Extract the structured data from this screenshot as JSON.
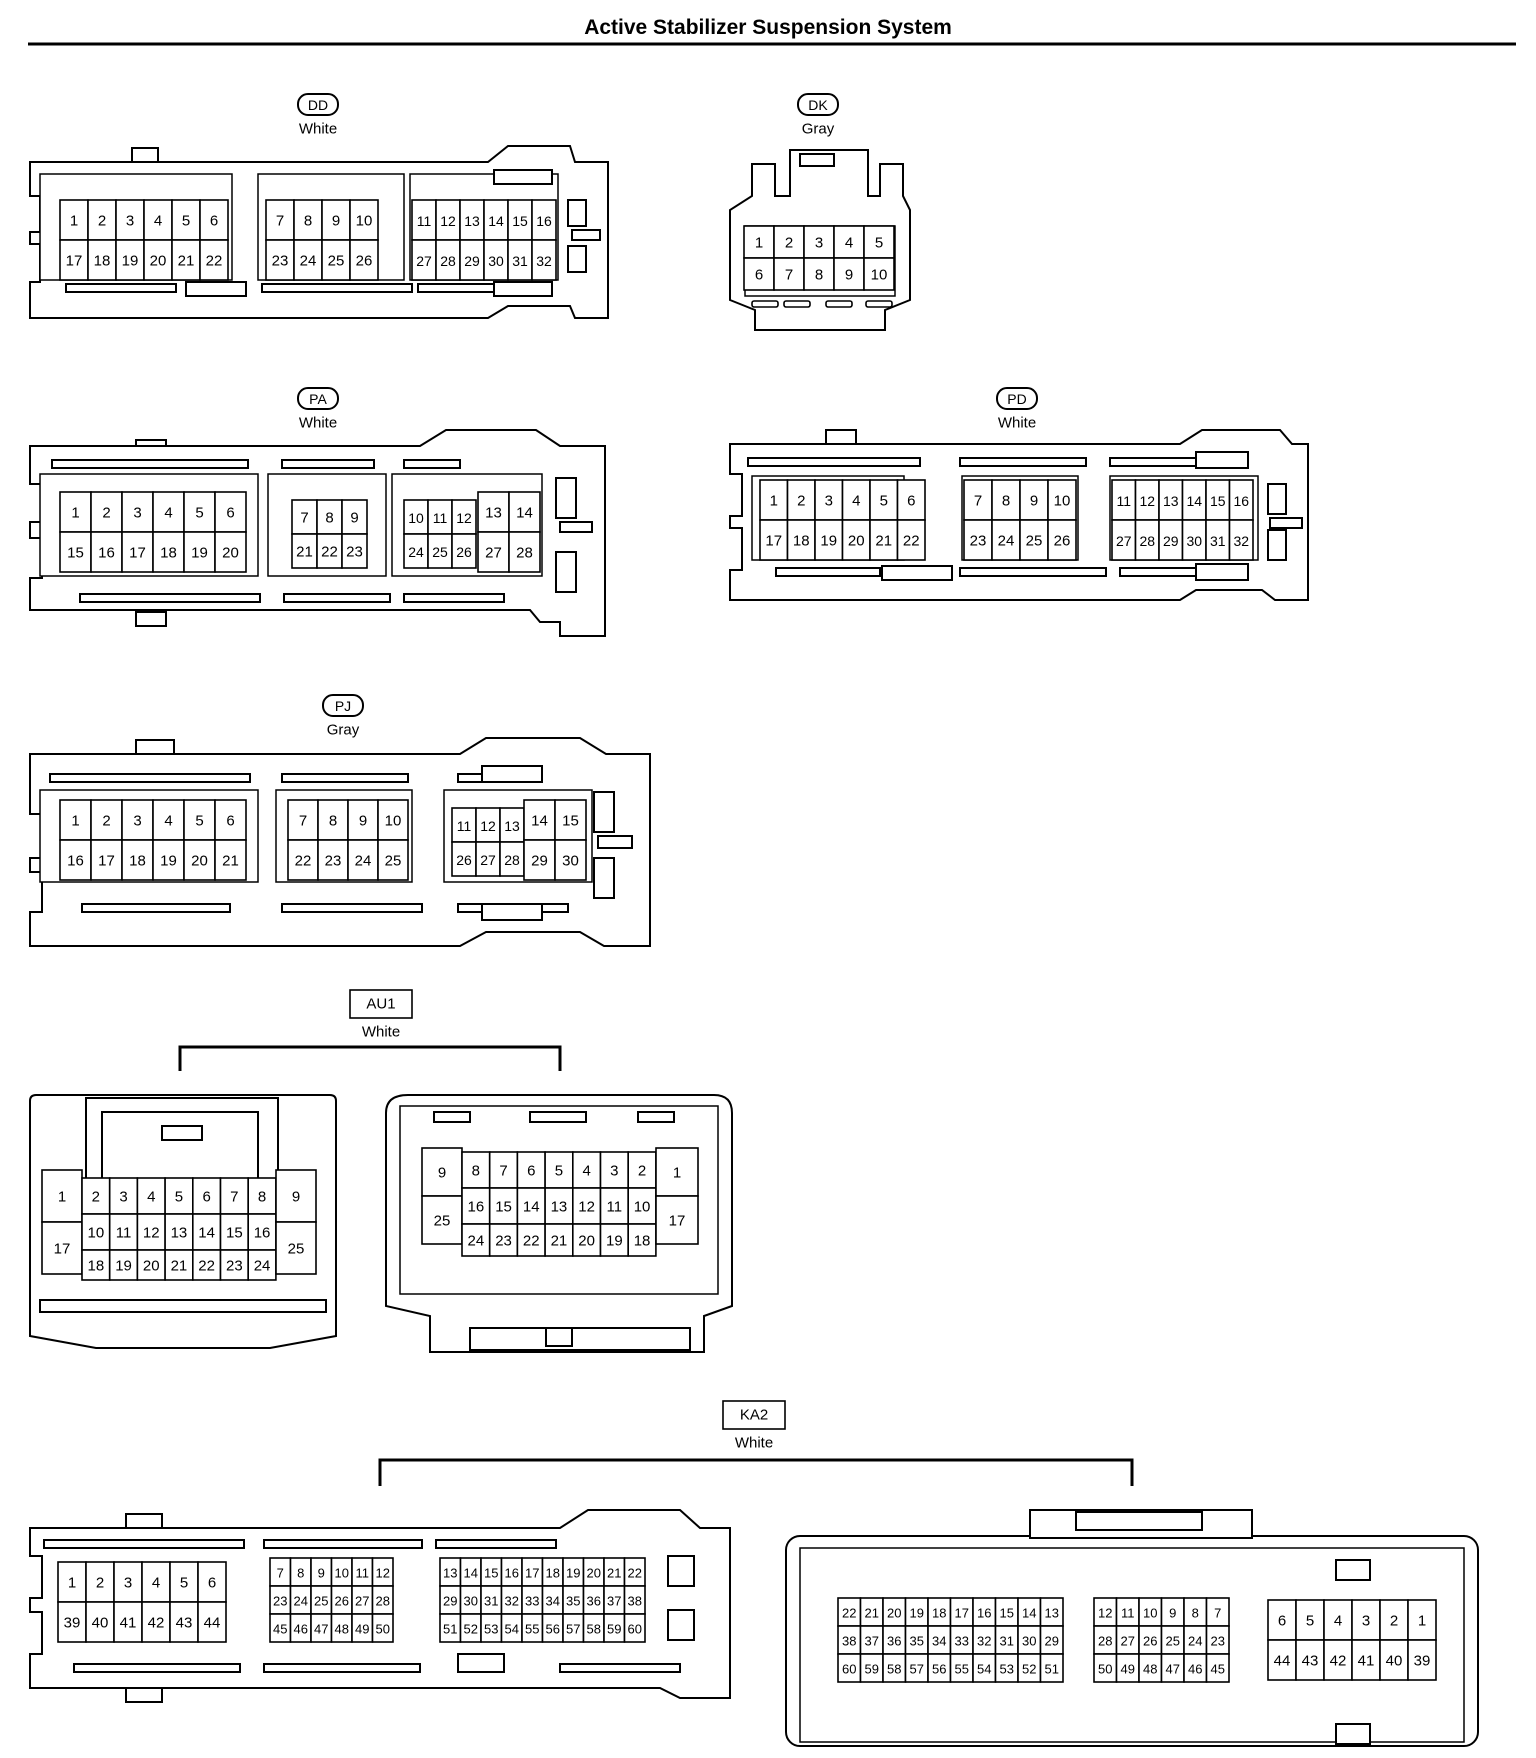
{
  "title": "Active Stabilizer Suspension System",
  "connectors": [
    {
      "id": "DD",
      "color": "White",
      "badge": "oval",
      "rows": [
        [
          "1",
          "2",
          "3",
          "4",
          "5",
          "6",
          "7",
          "8",
          "9",
          "10",
          "11",
          "12",
          "13",
          "14",
          "15",
          "16"
        ],
        [
          "17",
          "18",
          "19",
          "20",
          "21",
          "22",
          "23",
          "24",
          "25",
          "26",
          "27",
          "28",
          "29",
          "30",
          "31",
          "32"
        ]
      ]
    },
    {
      "id": "DK",
      "color": "Gray",
      "badge": "oval",
      "rows": [
        [
          "1",
          "2",
          "3",
          "4",
          "5"
        ],
        [
          "6",
          "7",
          "8",
          "9",
          "10"
        ]
      ]
    },
    {
      "id": "PA",
      "color": "White",
      "badge": "oval",
      "rows": [
        [
          "1",
          "2",
          "3",
          "4",
          "5",
          "6",
          "7",
          "8",
          "9",
          "10",
          "11",
          "12",
          "13",
          "14"
        ],
        [
          "15",
          "16",
          "17",
          "18",
          "19",
          "20",
          "21",
          "22",
          "23",
          "24",
          "25",
          "26",
          "27",
          "28"
        ]
      ]
    },
    {
      "id": "PD",
      "color": "White",
      "badge": "oval",
      "rows": [
        [
          "1",
          "2",
          "3",
          "4",
          "5",
          "6",
          "7",
          "8",
          "9",
          "10",
          "11",
          "12",
          "13",
          "14",
          "15",
          "16"
        ],
        [
          "17",
          "18",
          "19",
          "20",
          "21",
          "22",
          "23",
          "24",
          "25",
          "26",
          "27",
          "28",
          "29",
          "30",
          "31",
          "32"
        ]
      ]
    },
    {
      "id": "PJ",
      "color": "Gray",
      "badge": "oval",
      "rows": [
        [
          "1",
          "2",
          "3",
          "4",
          "5",
          "6",
          "7",
          "8",
          "9",
          "10",
          "11",
          "12",
          "13",
          "14",
          "15"
        ],
        [
          "16",
          "17",
          "18",
          "19",
          "20",
          "21",
          "22",
          "23",
          "24",
          "25",
          "26",
          "27",
          "28",
          "29",
          "30"
        ]
      ]
    },
    {
      "id": "AU1",
      "color": "White",
      "badge": "box",
      "left": {
        "pins": [
          "1",
          "17",
          "2",
          "3",
          "4",
          "5",
          "6",
          "7",
          "8",
          "10",
          "11",
          "12",
          "13",
          "14",
          "15",
          "16",
          "18",
          "19",
          "20",
          "21",
          "22",
          "23",
          "24",
          "9",
          "25"
        ]
      },
      "right": {
        "pins": [
          "9",
          "25",
          "8",
          "7",
          "6",
          "5",
          "4",
          "3",
          "2",
          "16",
          "15",
          "14",
          "13",
          "12",
          "11",
          "10",
          "24",
          "23",
          "22",
          "21",
          "20",
          "19",
          "18",
          "1",
          "17"
        ]
      }
    },
    {
      "id": "KA2",
      "color": "White",
      "badge": "box",
      "left": {
        "rows": [
          [
            "1",
            "2",
            "3",
            "4",
            "5",
            "6",
            "7",
            "8",
            "9",
            "10",
            "11",
            "12",
            "13",
            "14",
            "15",
            "16",
            "17",
            "18",
            "19",
            "20",
            "21",
            "22"
          ],
          [
            "23",
            "24",
            "25",
            "26",
            "27",
            "28",
            "29",
            "30",
            "31",
            "32",
            "33",
            "34",
            "35",
            "36",
            "37",
            "38"
          ],
          [
            "39",
            "40",
            "41",
            "42",
            "43",
            "44",
            "45",
            "46",
            "47",
            "48",
            "49",
            "50",
            "51",
            "52",
            "53",
            "54",
            "55",
            "56",
            "57",
            "58",
            "59",
            "60"
          ]
        ]
      },
      "right": {
        "rows": [
          [
            "22",
            "21",
            "20",
            "19",
            "18",
            "17",
            "16",
            "15",
            "14",
            "13",
            "12",
            "11",
            "10",
            "9",
            "8",
            "7",
            "6",
            "5",
            "4",
            "3",
            "2",
            "1"
          ],
          [
            "38",
            "37",
            "36",
            "35",
            "34",
            "33",
            "32",
            "31",
            "30",
            "29",
            "28",
            "27",
            "26",
            "25",
            "24",
            "23"
          ],
          [
            "60",
            "59",
            "58",
            "57",
            "56",
            "55",
            "54",
            "53",
            "52",
            "51",
            "50",
            "49",
            "48",
            "47",
            "46",
            "45",
            "44",
            "43",
            "42",
            "41",
            "40",
            "39"
          ]
        ]
      }
    }
  ]
}
